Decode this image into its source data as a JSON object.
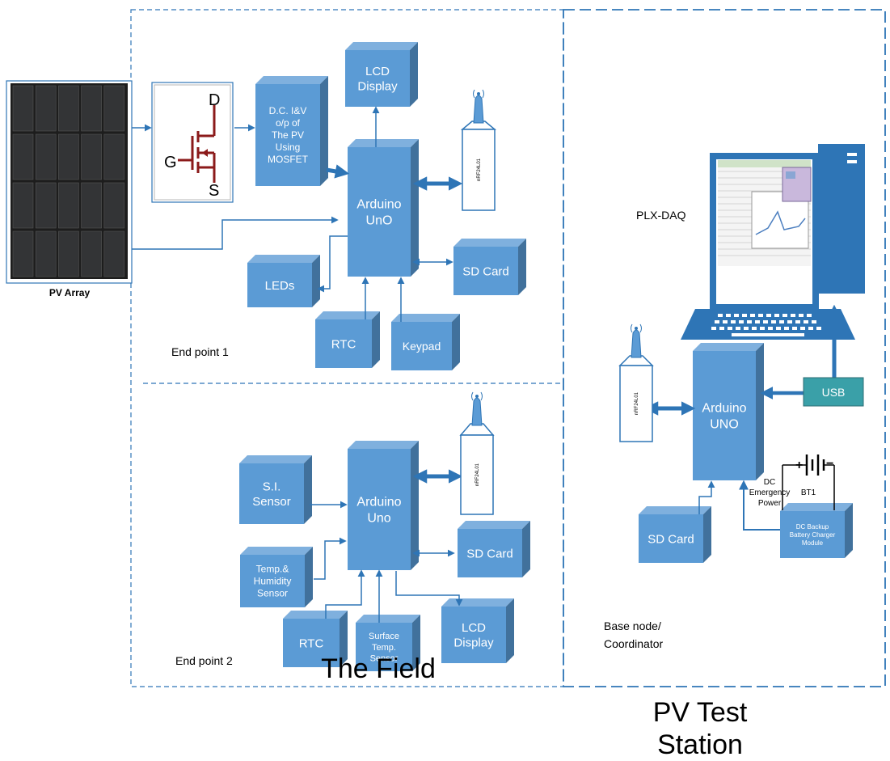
{
  "pv_array": {
    "label": "PV Array"
  },
  "mosfet": {
    "d": "D",
    "g": "G",
    "s": "S"
  },
  "endpoint1": {
    "caption": "End point 1",
    "lcd": [
      "LCD",
      "Display"
    ],
    "dc_iv": [
      "D.C. I&V",
      "o/p  of",
      "The PV",
      "Using",
      "MOSFET"
    ],
    "arduino": [
      "Arduino",
      "UnO"
    ],
    "radio": "nRF24L01",
    "leds": "LEDs",
    "rtc": "RTC",
    "keypad": "Keypad",
    "sdcard": "SD Card"
  },
  "endpoint2": {
    "caption": "End point 2",
    "si_sensor": [
      "S.I.",
      "Sensor"
    ],
    "temp_humidity": [
      "Temp.&",
      "Humidity",
      "Sensor"
    ],
    "rtc": "RTC",
    "surface_temp": [
      "Surface",
      "Temp.",
      "Sensor"
    ],
    "arduino": [
      "Arduino",
      "Uno"
    ],
    "radio": "nRF24L01",
    "sdcard": "SD Card",
    "lcd": [
      "LCD",
      "Display"
    ]
  },
  "base": {
    "plx": "PLX-DAQ",
    "arduino": [
      "Arduino",
      "UNO"
    ],
    "usb": "USB",
    "radio": "nRF24L01",
    "sdcard": "SD Card",
    "dc_power": [
      "DC",
      "Emergency",
      "Power"
    ],
    "bt1": "BT1",
    "plus": "+",
    "minus": "−",
    "charger": [
      "DC Backup",
      "Battery Charger",
      "Module"
    ],
    "caption": [
      "Base node/",
      "Coordinator"
    ]
  },
  "titles": {
    "field": "The Field",
    "station": [
      "PV  Test",
      "Station"
    ]
  },
  "colors": {
    "block": "#5b9bd5",
    "block_side": "#41719c",
    "block_top": "#7fb0de",
    "arrow": "#2e75b6",
    "dash": "#2e75b6",
    "usb": "#3aa0a8"
  }
}
